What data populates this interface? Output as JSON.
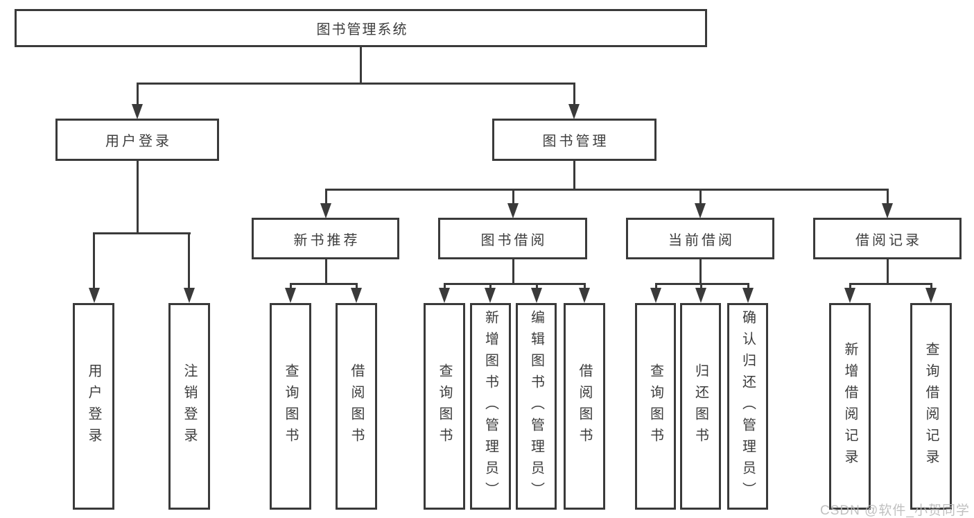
{
  "diagram": {
    "title": "图书管理系统",
    "branches": {
      "user_login": {
        "label": "用户登录",
        "children": [
          "用户登录",
          "注销登录"
        ]
      },
      "book_mgmt": {
        "label": "图书管理",
        "sections": [
          {
            "label": "新书推荐",
            "children": [
              "查询图书",
              "借阅图书"
            ]
          },
          {
            "label": "图书借阅",
            "children": [
              "查询图书",
              "新增图书（管理员）",
              "编辑图书（管理员）",
              "借阅图书"
            ]
          },
          {
            "label": "当前借阅",
            "children": [
              "查询图书",
              "归还图书",
              "确认归还（管理员）"
            ]
          },
          {
            "label": "借阅记录",
            "children": [
              "新增借阅记录",
              "查询借阅记录"
            ]
          }
        ]
      }
    }
  },
  "watermark": {
    "text": "CSDN @软件_小贺同学"
  },
  "colors": {
    "line": "#3a3a3a",
    "text": "#3d3d3d",
    "watermark": "#b9b9b9",
    "background": "#ffffff"
  }
}
